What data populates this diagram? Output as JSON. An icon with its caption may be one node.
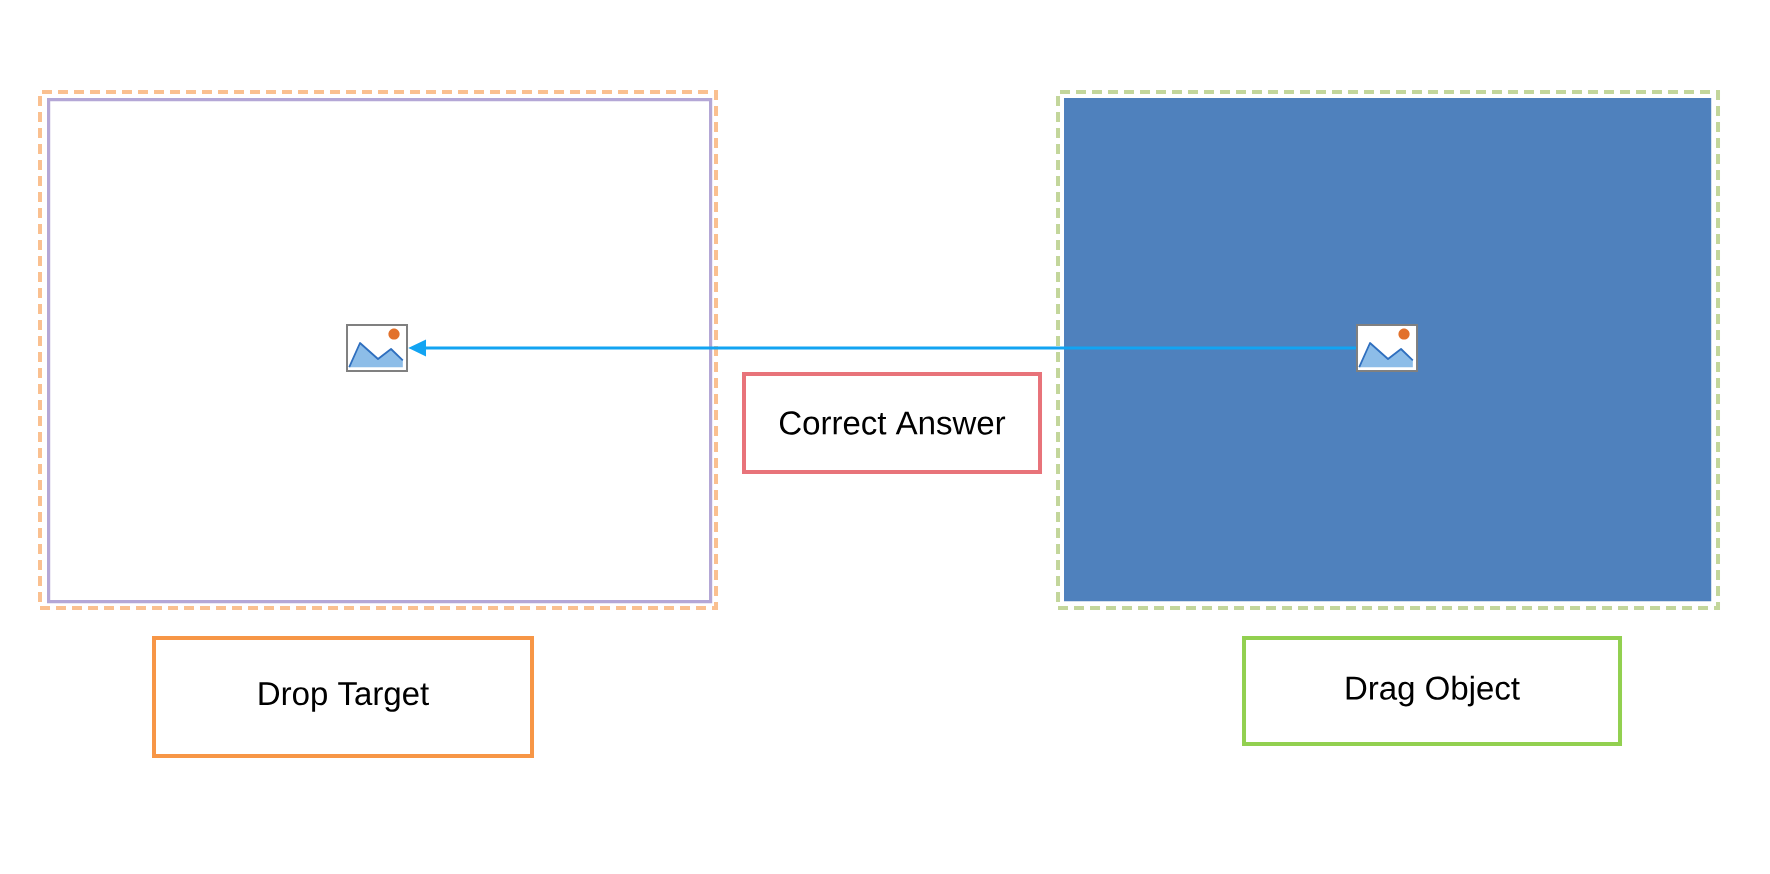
{
  "diagram": {
    "nodes": [
      {
        "text": [],
        "shape": "box"
      },
      {
        "text": [],
        "shape": "box",
        "in": 0
      },
      {
        "text": [],
        "shape": "picture",
        "in": 1
      },
      {
        "text": [],
        "shape": "box"
      },
      {
        "text": [],
        "shape": "box",
        "in": 3
      },
      {
        "text": [],
        "shape": "picture",
        "in": 4
      },
      {
        "text": [
          "Correct Answer"
        ]
      },
      {
        "text": [
          "Drop Target"
        ]
      },
      {
        "text": [
          "Drag Object"
        ]
      }
    ],
    "edges": [
      {
        "from": 5,
        "to": 2,
        "arrow": "to",
        "color": "#12a4f2"
      }
    ]
  }
}
